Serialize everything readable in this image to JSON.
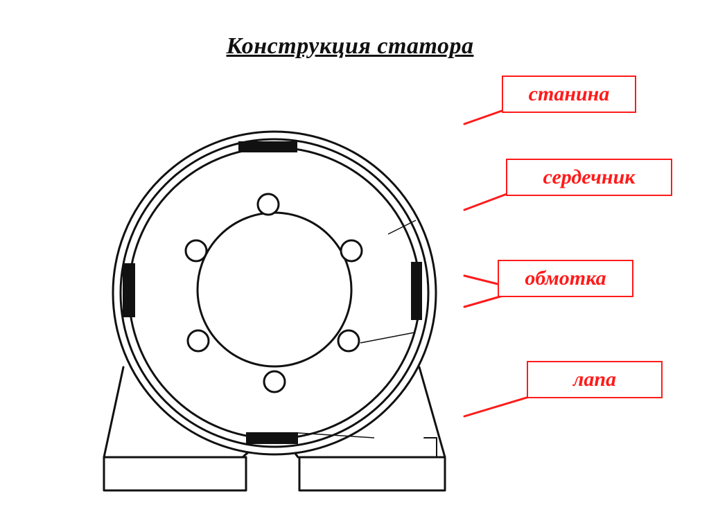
{
  "title": "Конструкция статора",
  "callouts": {
    "stanina": "станина",
    "serdechnik": "сердечник",
    "obmotka": "обмотка",
    "lapa": "лапа"
  },
  "colors": {
    "callout": "#ff1a1a",
    "drawing": "#111111"
  }
}
